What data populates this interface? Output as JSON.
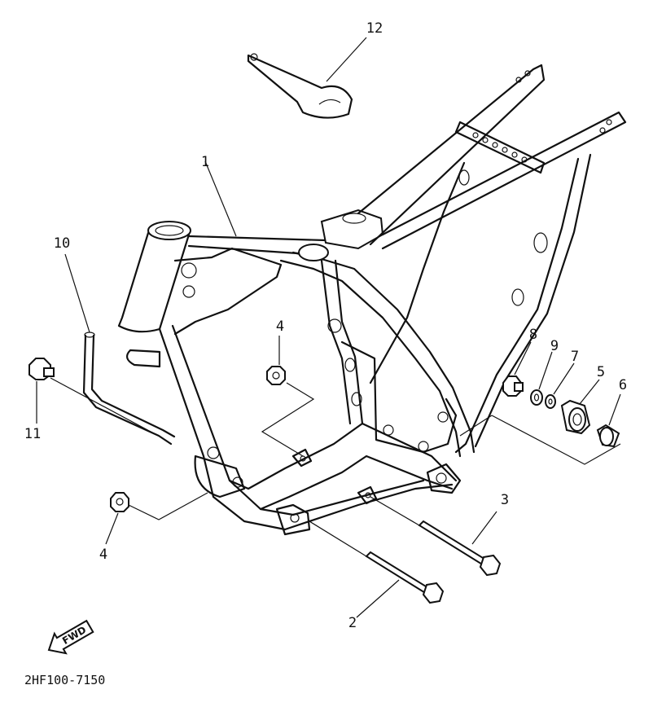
{
  "diagram_code": "2HF100-7150",
  "fwd_label": "FWD",
  "callouts": {
    "c1": "1",
    "c2": "2",
    "c3": "3",
    "c4a": "4",
    "c4b": "4",
    "c5": "5",
    "c6": "6",
    "c7": "7",
    "c8": "8",
    "c9": "9",
    "c10": "10",
    "c11": "11",
    "c12": "12"
  }
}
